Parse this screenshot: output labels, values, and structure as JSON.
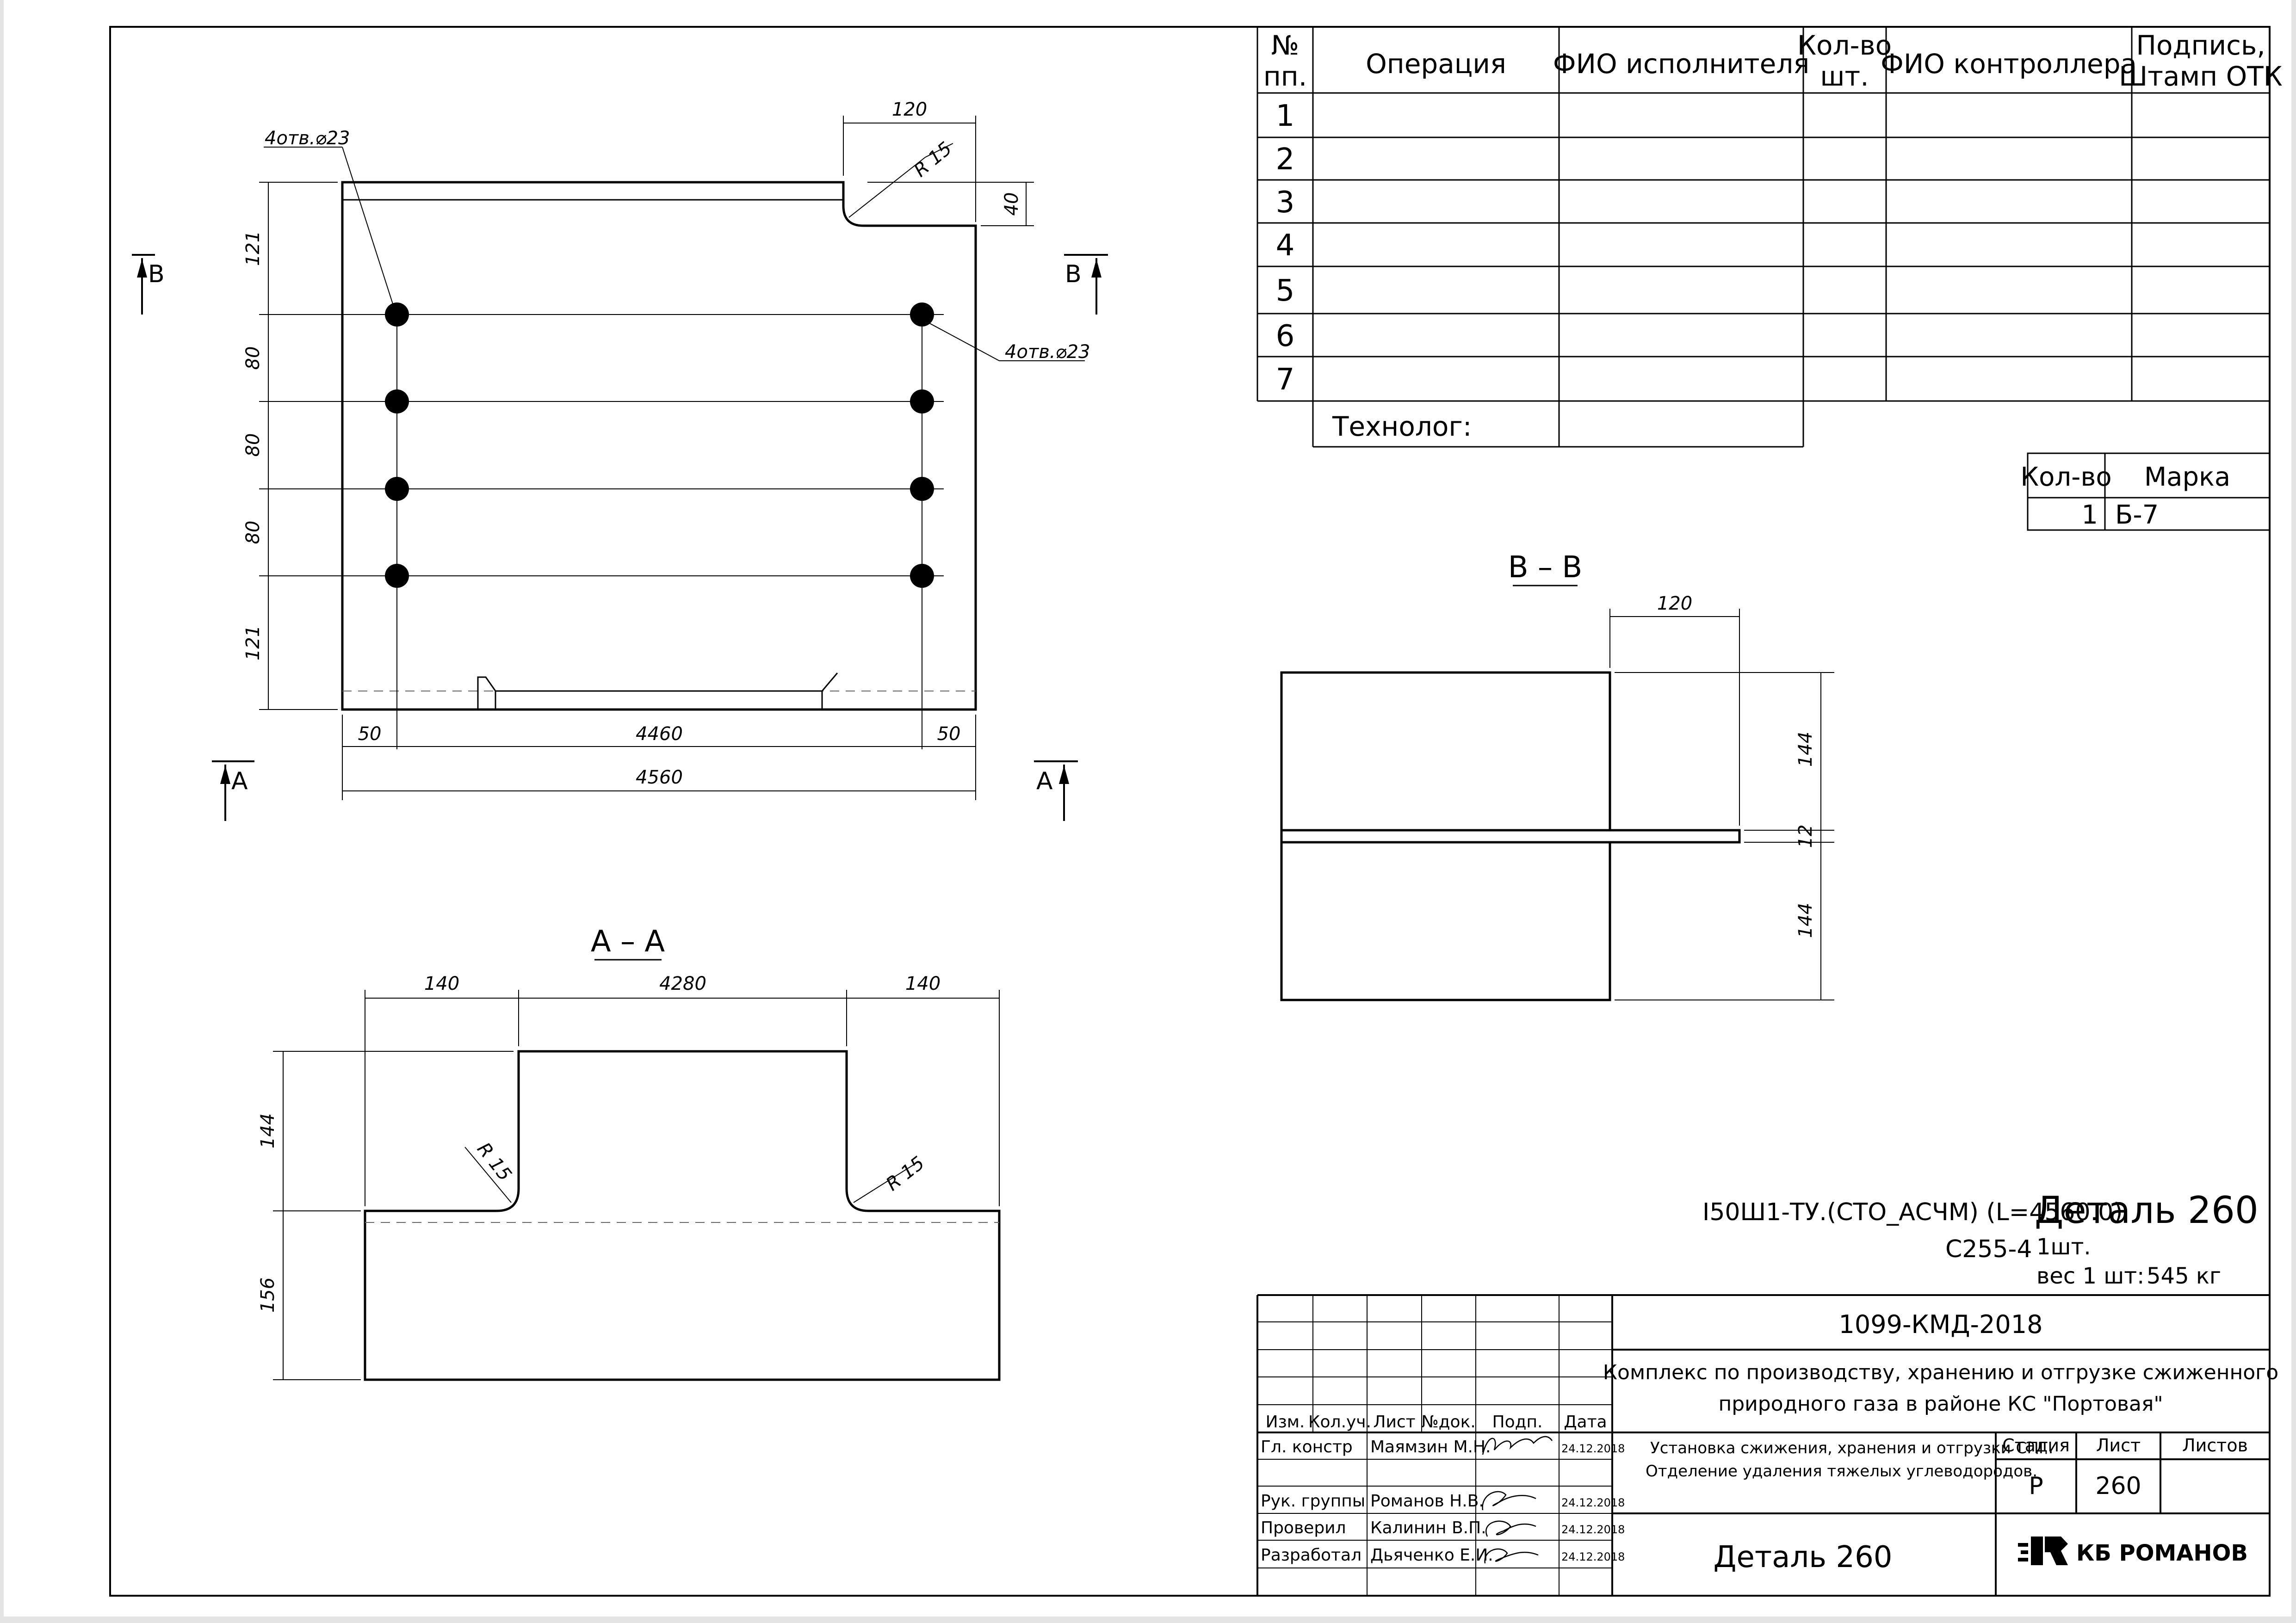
{
  "ops_table": {
    "headers": [
      "№ пп.",
      "Операция",
      "ФИО исполнителя",
      "Кол-во шт.",
      "ФИО контроллера",
      "Подпись, Штамп ОТК"
    ],
    "header_lines": {
      "num": [
        "№",
        "пп."
      ],
      "qty": [
        "Кол-во",
        "шт."
      ],
      "stamp": [
        "Подпись,",
        "Штамп ОТК"
      ]
    },
    "rows": [
      "1",
      "2",
      "3",
      "4",
      "5",
      "6",
      "7"
    ],
    "technologist_label": "Технолог:"
  },
  "mark_table": {
    "headers": [
      "Кол-во",
      "Марка"
    ],
    "qty": "1",
    "mark": "Б-7"
  },
  "plan_view": {
    "hole_callout_left": "4отв.⌀23",
    "hole_callout_right": "4отв.⌀23",
    "dim_top_notch": "120",
    "dim_notch_depth": "40",
    "radius": "R 15",
    "dim_vertical": [
      "121",
      "80",
      "80",
      "80",
      "121"
    ],
    "dim_bottom_inner": [
      "50",
      "4460",
      "50"
    ],
    "dim_overall": "4560",
    "section_mark_a": "A",
    "section_mark_b": "B"
  },
  "section_aa": {
    "title": "A – A",
    "dims_top": [
      "140",
      "4280",
      "140"
    ],
    "dims_left": [
      "144",
      "156"
    ],
    "radius_left": "R 15",
    "radius_right": "R 15"
  },
  "section_bb": {
    "title": "B – B",
    "dim_top": "120",
    "dims_right": [
      "144",
      "12",
      "144"
    ]
  },
  "part_info": {
    "profile": "Ⅰ50Ш1-ТУ.(СТО_АСЧМ) (L=4560.0)",
    "part_name": "Деталь 260",
    "steel": "С255-4",
    "quantity": "1шт.",
    "weight_label": "вес 1 шт:",
    "weight_value": "545 кг"
  },
  "title_block": {
    "doc_code": "1099-КМД-2018",
    "project_line1": "Комплекс по производству, хранению и отгрузке сжиженного",
    "project_line2": "природного газа в районе КС \"Портовая\"",
    "object_line1": "Установка сжижения, хранения и отгрузки СПГ.",
    "object_line2": "Отделение удаления тяжелых углеводородов.",
    "col_headers": [
      "Изм.",
      "Кол.уч.",
      "Лист",
      "№док.",
      "Подп.",
      "Дата"
    ],
    "stage_label": "Стадия",
    "sheet_label": "Лист",
    "sheets_label": "Листов",
    "stage_value": "Р",
    "sheet_value": "260",
    "sheet_title": "Деталь  260",
    "company": "КБ РОМАНОВ",
    "people": [
      {
        "role": "Гл. констр",
        "name": "Маямзин М.Н.",
        "date": "24.12.2018"
      },
      {
        "role": "Рук. группы",
        "name": "Романов Н.В.",
        "date": "24.12.2018"
      },
      {
        "role": "Проверил",
        "name": "Калинин В.П.",
        "date": "24.12.2018"
      },
      {
        "role": "Разработал",
        "name": "Дьяченко Е.И.",
        "date": "24.12.2018"
      }
    ]
  }
}
